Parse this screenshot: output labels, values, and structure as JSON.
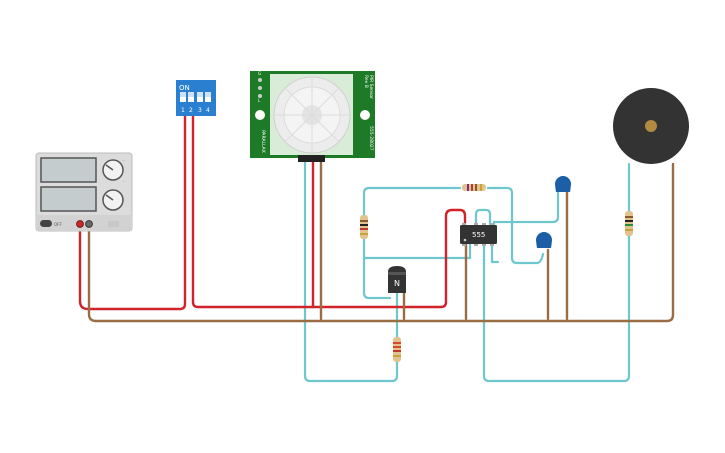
{
  "colors": {
    "wire_red": "#d0232a",
    "wire_brown": "#9b6d44",
    "wire_cyan": "#6ec7cd",
    "pcb_green": "#1d7a26",
    "dip_blue": "#2b7fd0",
    "cap_blue": "#1d5fa7",
    "ic_body": "#333333",
    "buzzer_body": "#333333",
    "buzzer_center": "#b28a40",
    "psu_body": "#dcdcdc"
  },
  "dip_switch": {
    "on_label": "ON",
    "numbers": [
      "1",
      "2",
      "3",
      "4"
    ]
  },
  "pir_sensor": {
    "label_left": "PARALLAX",
    "label_right_1": "PIR Sensor",
    "label_right_2": "Rev B",
    "label_right_3": "555-28027",
    "pin_labels": [
      "G",
      "H",
      "L"
    ]
  },
  "ic_555": {
    "label": "555"
  },
  "transistor": {
    "label": "N"
  },
  "power_supply": {
    "off_label": "OFF",
    "icons": [
      "knob-icon",
      "knob-icon"
    ]
  }
}
